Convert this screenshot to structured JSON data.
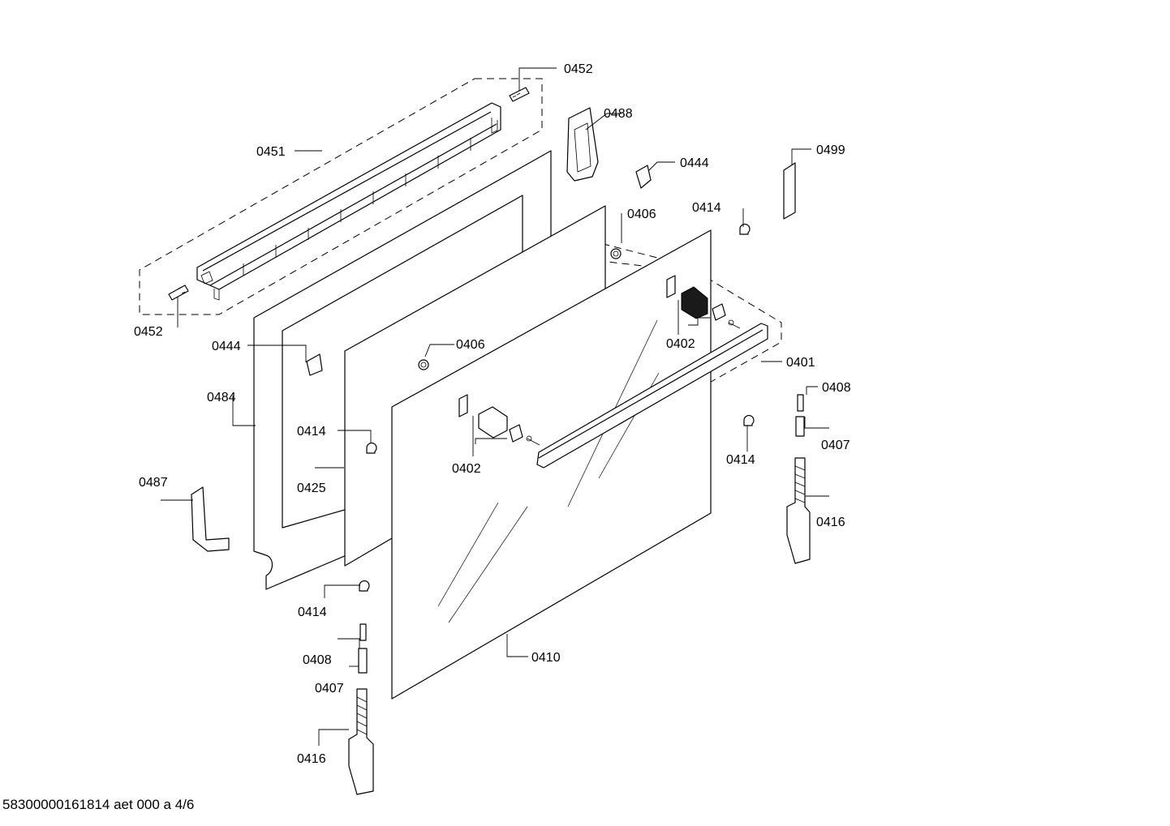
{
  "diagram": {
    "footer": "58300000161814 aet 000 a 4/6",
    "parts": [
      {
        "id": "0452",
        "desc": "pin-top"
      },
      {
        "id": "0452",
        "desc": "pin-left"
      },
      {
        "id": "0451",
        "desc": "top-strip"
      },
      {
        "id": "0488",
        "desc": "bracket-right"
      },
      {
        "id": "0444",
        "desc": "clip-right"
      },
      {
        "id": "0499",
        "desc": "plate"
      },
      {
        "id": "0414",
        "desc": "stop-upper"
      },
      {
        "id": "0406",
        "desc": "buffer-upper"
      },
      {
        "id": "0444",
        "desc": "clip-left"
      },
      {
        "id": "0406",
        "desc": "buffer-lower"
      },
      {
        "id": "0402",
        "desc": "handle-holder-upper"
      },
      {
        "id": "0401",
        "desc": "handle"
      },
      {
        "id": "0484",
        "desc": "inner-frame"
      },
      {
        "id": "0414",
        "desc": "stop-mid"
      },
      {
        "id": "0425",
        "desc": "middle-glass"
      },
      {
        "id": "0402",
        "desc": "handle-holder-lower"
      },
      {
        "id": "0408",
        "desc": "pin-right"
      },
      {
        "id": "0407",
        "desc": "sleeve-right"
      },
      {
        "id": "0414",
        "desc": "stop-right"
      },
      {
        "id": "0416",
        "desc": "hinge-right"
      },
      {
        "id": "0487",
        "desc": "bracket-left"
      },
      {
        "id": "0414",
        "desc": "stop-lower"
      },
      {
        "id": "0410",
        "desc": "outer-glass"
      },
      {
        "id": "0408",
        "desc": "pin-lower"
      },
      {
        "id": "0407",
        "desc": "sleeve-lower"
      },
      {
        "id": "0416",
        "desc": "hinge-lower"
      }
    ]
  }
}
